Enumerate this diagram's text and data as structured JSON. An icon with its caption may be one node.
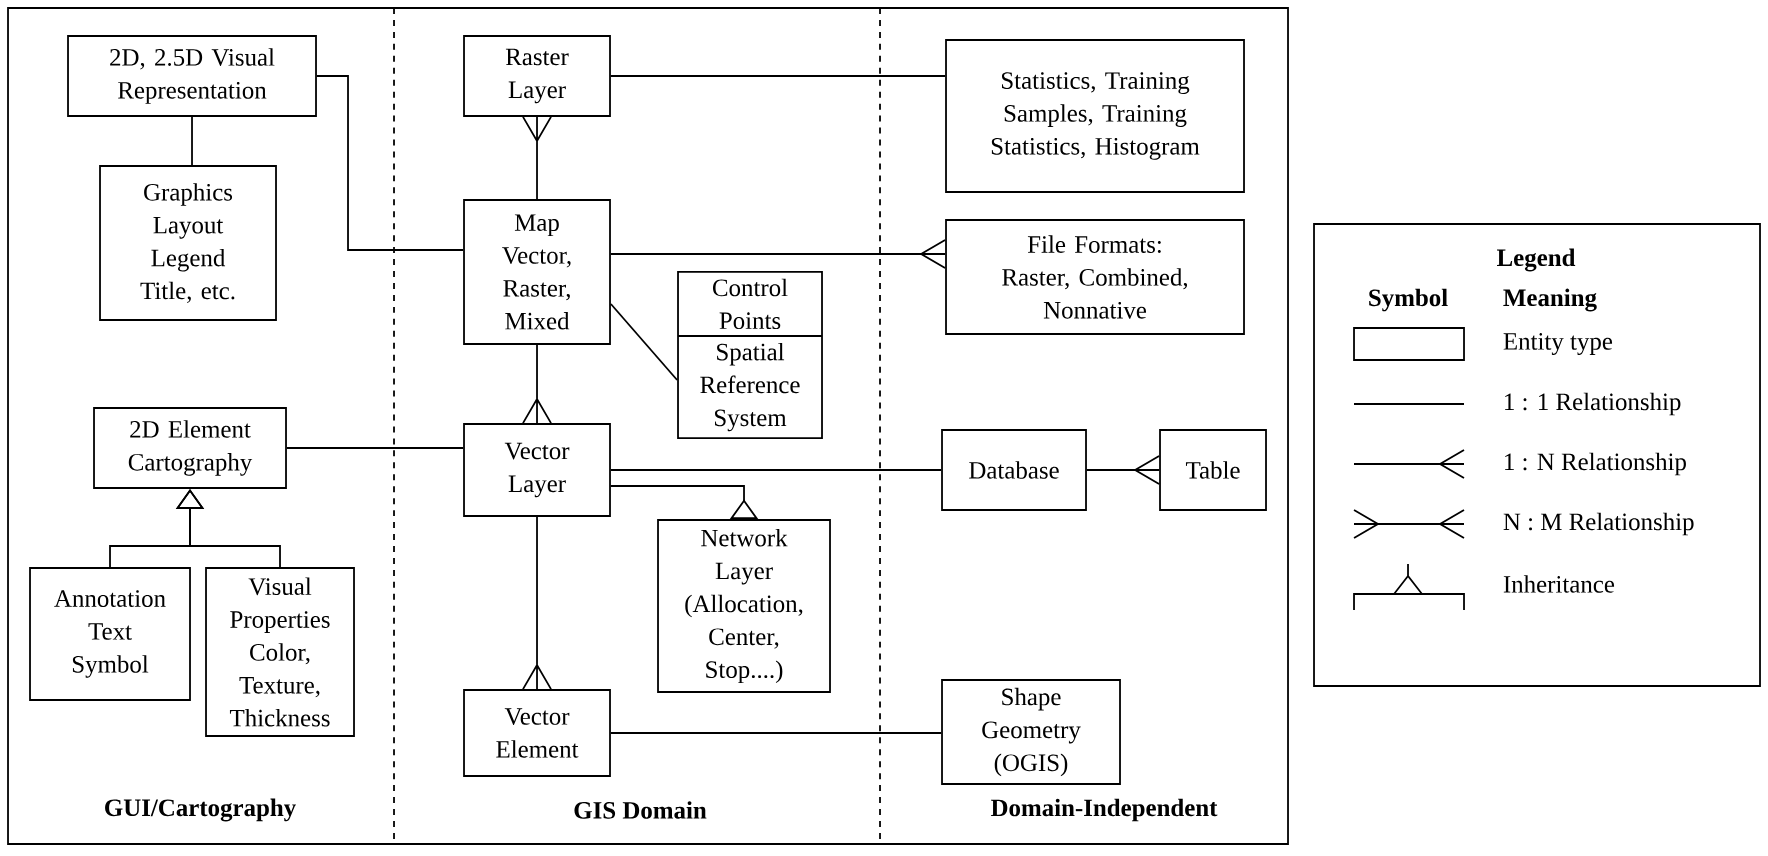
{
  "diagram": {
    "nodes": [
      {
        "text": [
          "2D, 2.5D Visual Representation"
        ]
      },
      {
        "text": [
          "Graphics Layout Legend Title, etc."
        ]
      },
      {
        "text": [
          "2D Element Cartography"
        ]
      },
      {
        "text": [
          "Annotation Text Symbol"
        ]
      },
      {
        "text": [
          "Visual Properties Color, Texture, Thickness"
        ]
      },
      {
        "text": [
          "Raster Layer"
        ]
      },
      {
        "text": [
          "Map Vector, Raster, Mixed"
        ]
      },
      {
        "text": [
          "Control Points",
          "Spatial Reference System"
        ]
      },
      {
        "text": [
          "Vector Layer"
        ]
      },
      {
        "text": [
          "Network Layer (Allocation, Center, Stop....)"
        ]
      },
      {
        "text": [
          "Vector Element"
        ]
      },
      {
        "text": [
          "Statistics, Training Samples, Training Statistics, Histogram"
        ]
      },
      {
        "text": [
          "File Formats: Raster, Combined, Nonnative"
        ]
      },
      {
        "text": [
          "Database"
        ]
      },
      {
        "text": [
          "Table"
        ]
      },
      {
        "text": [
          "Shape Geometry (OGIS)"
        ]
      }
    ],
    "edges": [
      {
        "from": 0,
        "to": 1,
        "arrow": "none"
      },
      {
        "from": 0,
        "to": 6,
        "arrow": "none"
      },
      {
        "from": 6,
        "to": 5,
        "arrow": "other"
      },
      {
        "from": 6,
        "to": 8,
        "arrow": "other"
      },
      {
        "from": 8,
        "to": 10,
        "arrow": "other"
      },
      {
        "from": 2,
        "to": 8,
        "arrow": "none"
      },
      {
        "from": 3,
        "to": 2,
        "arrow": "to"
      },
      {
        "from": 4,
        "to": 2,
        "arrow": "to"
      },
      {
        "from": 8,
        "to": 9,
        "arrow": "other"
      },
      {
        "from": 6,
        "to": 7,
        "arrow": "none"
      },
      {
        "from": 5,
        "to": 11,
        "arrow": "none"
      },
      {
        "from": 6,
        "to": 12,
        "arrow": "other"
      },
      {
        "from": 8,
        "to": 13,
        "arrow": "none"
      },
      {
        "from": 13,
        "to": 14,
        "arrow": "other"
      },
      {
        "from": 10,
        "to": 15,
        "arrow": "none"
      }
    ],
    "labels": [
      "GUI/Cartography",
      "GIS Domain",
      "Domain-Independent",
      "Legend",
      "Symbol",
      "Meaning"
    ],
    "legend": [
      {
        "text": "Entity type"
      },
      {
        "text": "1 : 1 Relationship"
      },
      {
        "text": "1 : N Relationship"
      },
      {
        "text": "N : M Relationship"
      },
      {
        "text": "Inheritance"
      }
    ]
  }
}
